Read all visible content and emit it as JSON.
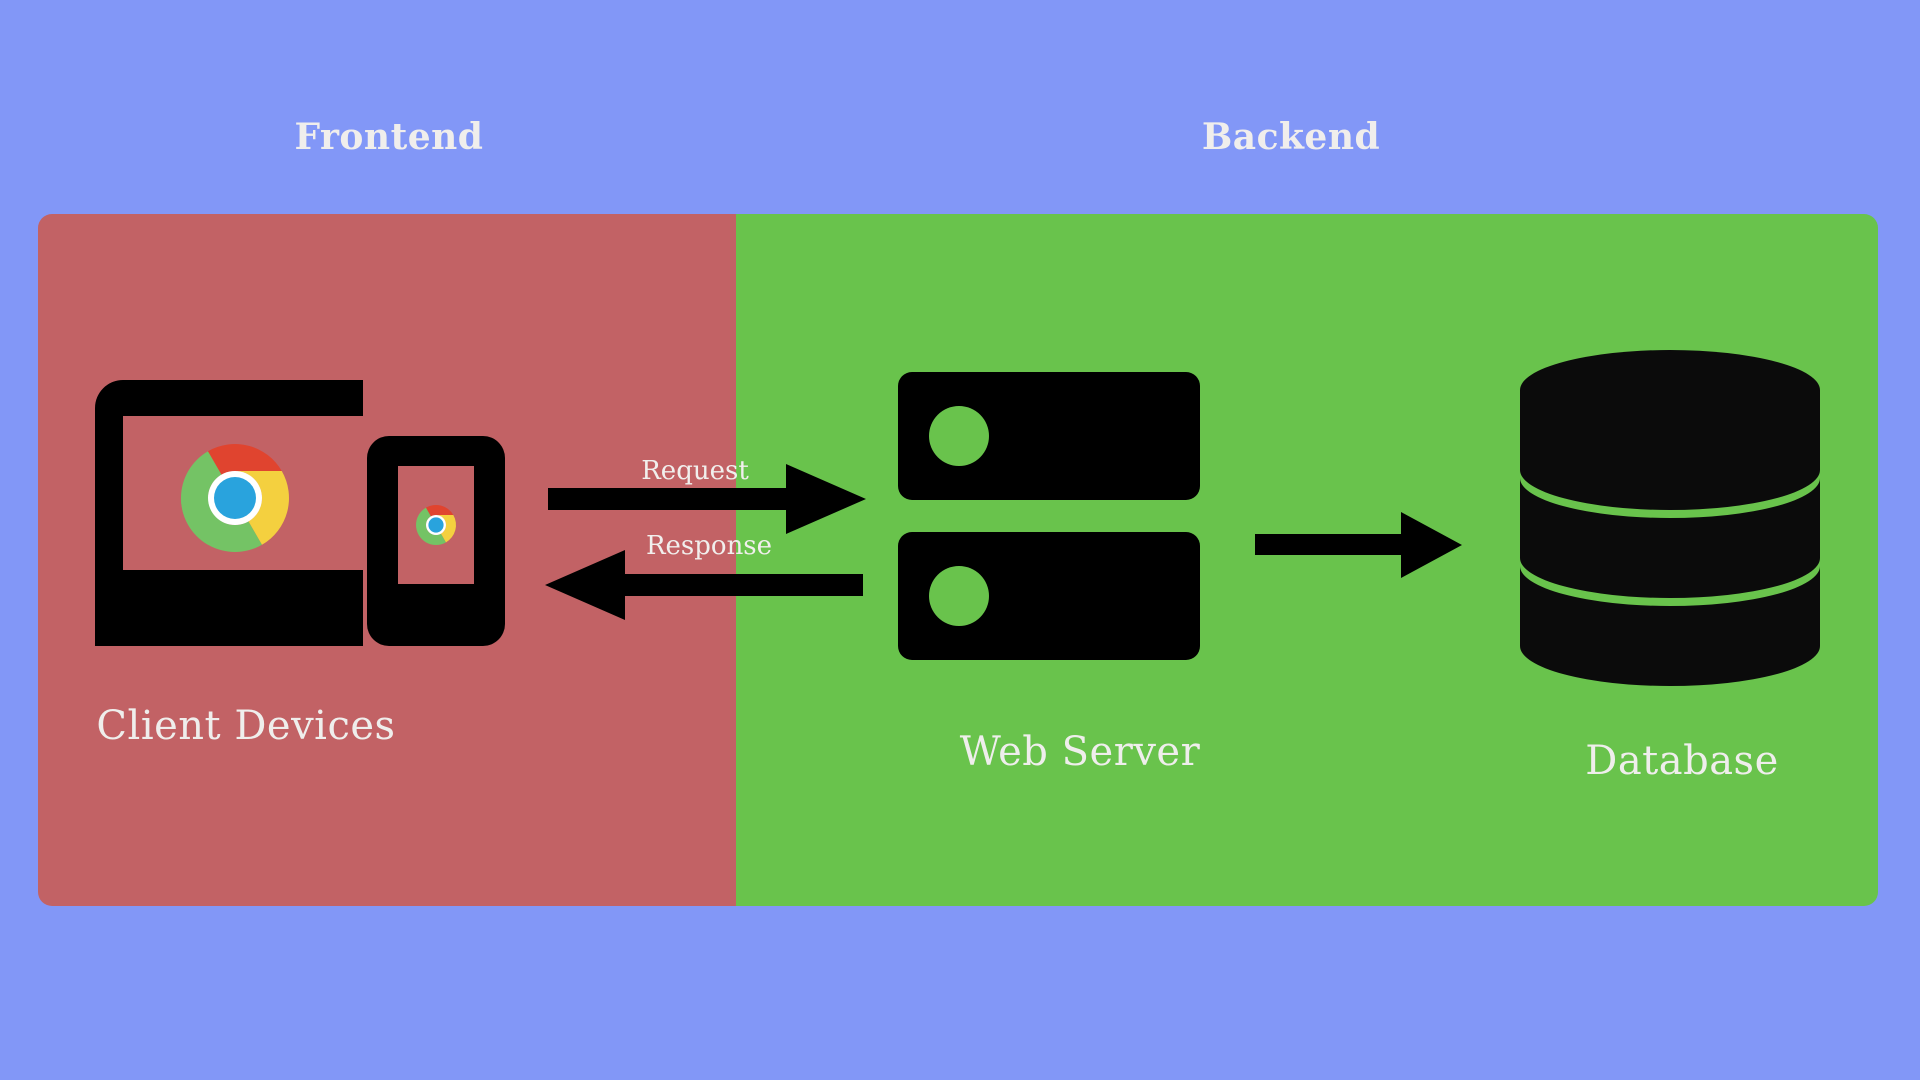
{
  "diagram": {
    "type": "architecture-flow",
    "background_color": "#8297f7",
    "sections": [
      {
        "id": "frontend",
        "title": "Frontend",
        "panel_color": "#c26265"
      },
      {
        "id": "backend",
        "title": "Backend",
        "panel_color": "#69c34c"
      }
    ],
    "nodes": [
      {
        "id": "client-devices",
        "label": "Client Devices",
        "section": "frontend",
        "icons": [
          "laptop-icon",
          "smartphone-icon",
          "chrome-logo-icon"
        ]
      },
      {
        "id": "web-server",
        "label": "Web Server",
        "section": "backend",
        "icons": [
          "server-rack-icon"
        ]
      },
      {
        "id": "database",
        "label": "Database",
        "section": "backend",
        "icons": [
          "database-cylinder-icon"
        ]
      }
    ],
    "connections": [
      {
        "id": "request",
        "label": "Request",
        "from": "client-devices",
        "to": "web-server",
        "direction": "right"
      },
      {
        "id": "response",
        "label": "Response",
        "from": "web-server",
        "to": "client-devices",
        "direction": "left"
      },
      {
        "id": "server-to-database",
        "label": "",
        "from": "web-server",
        "to": "database",
        "direction": "right"
      }
    ],
    "colors": {
      "background": "#8297f7",
      "frontend_panel": "#c26265",
      "backend_panel": "#69c34c",
      "icon": "#000000",
      "text": "#f0eeec",
      "chrome_red": "#e0442f",
      "chrome_yellow": "#f4d03f",
      "chrome_green": "#74c365",
      "chrome_blue": "#29a3dd",
      "chrome_ring": "#ffffff"
    }
  }
}
